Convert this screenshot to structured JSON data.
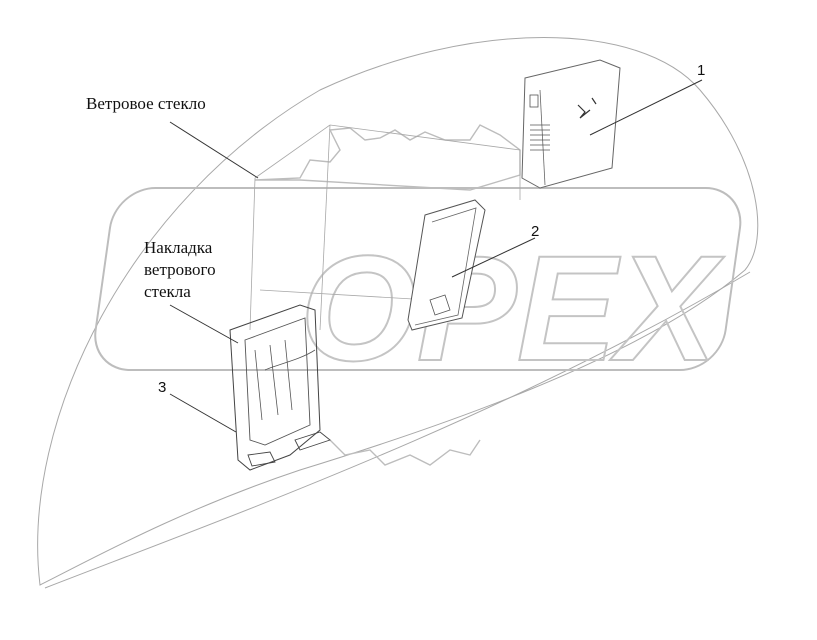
{
  "labels": {
    "windshield": "Ветровое стекло",
    "trim_line1": "Накладка",
    "trim_line2": "ветрового",
    "trim_line3": "стекла"
  },
  "callouts": [
    "1",
    "2",
    "3"
  ],
  "watermark": {
    "text": "OPEX",
    "color": "#cfcfcf"
  },
  "colors": {
    "line": "#9a9a9a",
    "dark_line": "#333333"
  }
}
